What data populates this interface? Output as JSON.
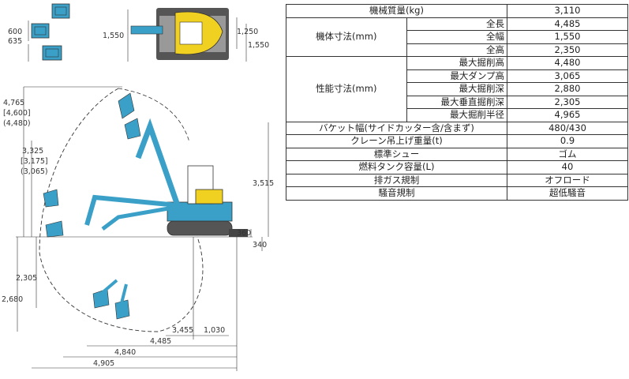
{
  "spec_table": {
    "weight": {
      "label": "機械質量(kg)",
      "value": "3,110"
    },
    "body_dimensions": {
      "label": "機体寸法(mm)",
      "rows": [
        {
          "label": "全長",
          "value": "4,485"
        },
        {
          "label": "全幅",
          "value": "1,550"
        },
        {
          "label": "全高",
          "value": "2,350"
        }
      ]
    },
    "performance": {
      "label": "性能寸法(mm)",
      "rows": [
        {
          "label": "最大掘削高",
          "value": "4,480"
        },
        {
          "label": "最大ダンプ高",
          "value": "3,065"
        },
        {
          "label": "最大掘削深",
          "value": "2,880"
        },
        {
          "label": "最大垂直掘削深",
          "value": "2,305"
        },
        {
          "label": "最大掘削半径",
          "value": "4,965"
        }
      ]
    },
    "rows": [
      {
        "label": "バケット幅(サイドカッター含/含まず)",
        "value": "480/430"
      },
      {
        "label": "クレーン吊上げ重量(t)",
        "value": "0.9"
      },
      {
        "label": "標準シュー",
        "value": "ゴム"
      },
      {
        "label": "燃料タンク容量(L)",
        "value": "40"
      },
      {
        "label": "排ガス規制",
        "value": "オフロード"
      },
      {
        "label": "騒音規制",
        "value": "超低騒音"
      }
    ]
  },
  "diagram": {
    "bucket_widths": {
      "top": "600",
      "bottom": "635"
    },
    "top_view": {
      "width": "1,550",
      "right_upper": "1,250",
      "right_lower": "1,550"
    },
    "side_view": {
      "max_dig_height": "4,765",
      "max_dig_height_alt1": "[4,600]",
      "max_dig_height_alt2": "(4,480)",
      "max_dump_height": "3,325",
      "max_dump_height_alt1": "[3,175]",
      "max_dump_height_alt2": "(3,065)",
      "overall_height": "3,515",
      "blade_height": "360",
      "blade_depth": "340",
      "vertical_dig_depth": "2,305",
      "max_dig_depth": "2,680",
      "dim_3455": "3,455",
      "dim_1030": "1,030",
      "dim_4485": "4,485",
      "dim_4840": "4,840",
      "dim_4905": "4,905"
    },
    "colors": {
      "machine_blue": "#3aa0c8",
      "cab_yellow": "#f0d020",
      "track_gray": "#555555"
    }
  }
}
